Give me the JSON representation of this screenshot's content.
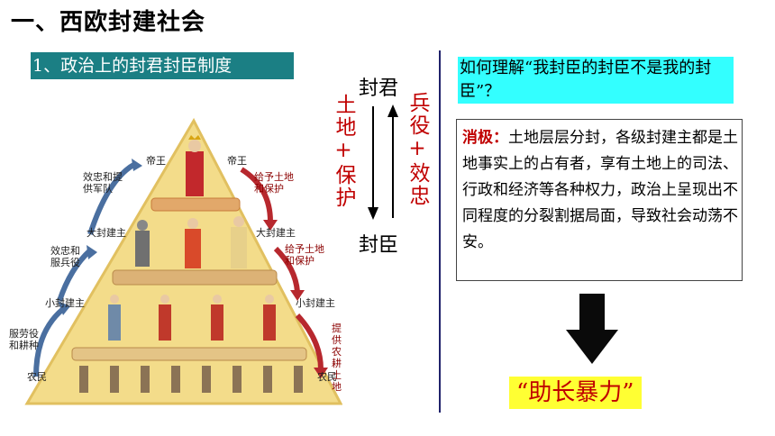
{
  "header": {
    "title": "一、西欧封建社会",
    "subtitle": "1、政治上的封君封臣制度"
  },
  "diagram": {
    "lord": "封君",
    "vassal": "封臣",
    "down_flow": "土地+保护",
    "up_flow": "兵役+效忠"
  },
  "pyramid": {
    "labels": {
      "emperor_left": "帝王",
      "emperor_right": "帝王",
      "loyalty_army": "效忠和提供军队",
      "give_land_protect_1": "给予土地和保护",
      "great_lord_left": "大封建主",
      "great_lord_right": "大封建主",
      "loyalty_service": "效忠和服兵役",
      "give_land_protect_2": "给予土地和保护",
      "small_lord_left": "小封建主",
      "small_lord_right": "小封建主",
      "labor_farm": "服劳役和耕种",
      "provide_farmland": "提供农耕土地",
      "peasant_left": "农民",
      "peasant_right": "农民"
    },
    "colors": {
      "fill": "#f3dc8a",
      "edge": "#e1c060",
      "up_arrow": "#4a6fa0",
      "down_arrow": "#b7282e"
    }
  },
  "question": "如何理解“我封臣的封臣不是我的封臣”？",
  "answer": {
    "label": "消极：",
    "text": "土地层层分封，各级封建主都是土地事实上的占有者，享有土地上的司法、行政和经济等各种权力，政治上呈现出不同程度的分裂割据局面，导致社会动荡不安。"
  },
  "result": "“助长暴力”",
  "colors": {
    "subtitle_bg": "#1b7f84",
    "question_bg": "#33ffff",
    "result_bg": "#ffff33",
    "red": "#c00000"
  }
}
